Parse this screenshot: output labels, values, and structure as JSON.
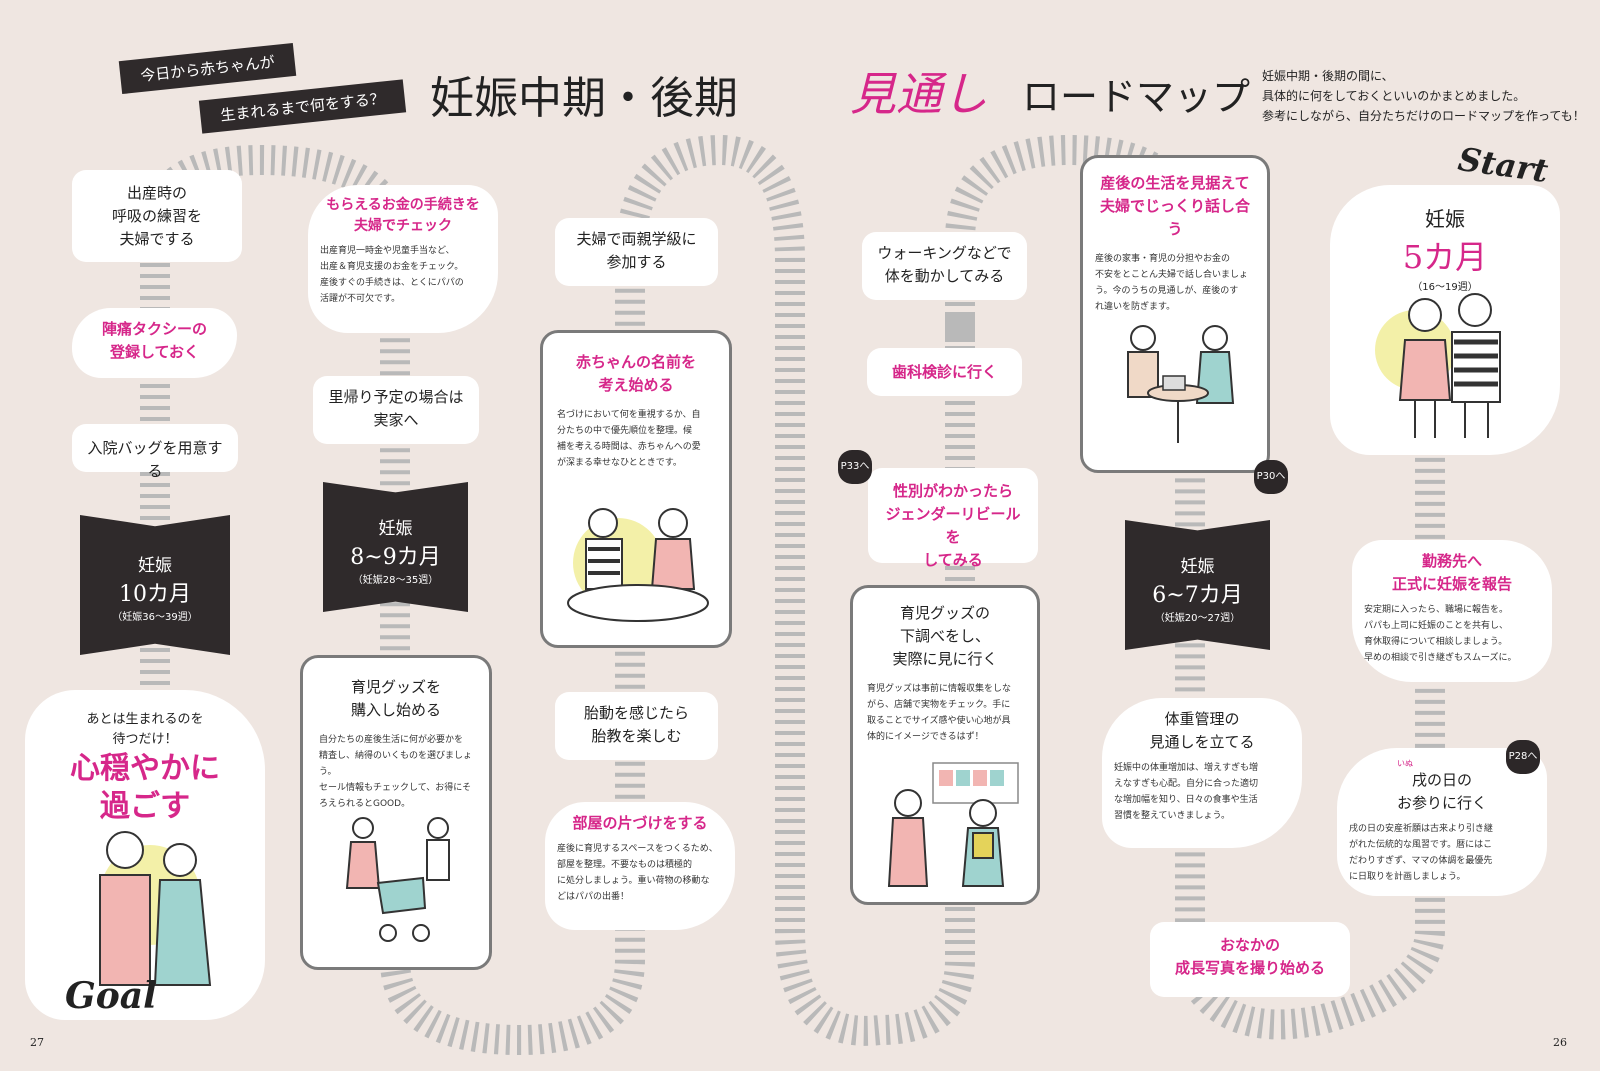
{
  "header": {
    "badge_line1": "今日から赤ちゃんが",
    "badge_line2": "生まれるまで何をする？",
    "title": "妊娠中期・後期",
    "script_text": "見通し",
    "roadmap": "ロードマップ",
    "intro": "妊娠中期・後期の間に、\n具体的に何をしておくといいのかまとめました。\n参考にしながら、自分たちだけのロードマップを作っても！"
  },
  "start": {
    "label": "Start",
    "l1": "妊娠",
    "l2": "5カ月",
    "l3": "（16〜19週）"
  },
  "goal": {
    "label": "Goal",
    "pre": "あとは生まれるのを\n待つだけ！",
    "main": "心穏やかに\n過ごす"
  },
  "ribbons": [
    {
      "l1": "妊娠",
      "l2": "10カ月",
      "l3": "（妊娠36〜39週）"
    },
    {
      "l1": "妊娠",
      "l2": "8~9カ月",
      "l3": "（妊娠28〜35週）"
    },
    {
      "l1": "妊娠",
      "l2": "6~7カ月",
      "l3": "（妊娠20〜27週）"
    }
  ],
  "cards": {
    "c1": "出産時の\n呼吸の練習を\n夫婦でする",
    "c2": "陣痛タクシーの\n登録しておく",
    "c3": "入院バッグを用意する",
    "c4_t": "もらえるお金の手続きを\n夫婦でチェック",
    "c4_b": "出産育児一時金や児童手当など、\n出産＆育児支援のお金をチェック。\n産後すぐの手続きは、とくにパパの\n活躍が不可欠です。",
    "c5": "里帰り予定の場合は\n実家へ",
    "c6_t": "育児グッズを\n購入し始める",
    "c6_b": "自分たちの産後生活に何が必要かを\n精査し、納得のいくものを選びましょう。\nセール情報もチェックして、お得にそ\nろえられるとGOOD。",
    "c7": "夫婦で両親学級に\n参加する",
    "c8_t": "赤ちゃんの名前を\n考え始める",
    "c8_b": "名づけにおいて何を重視するか、自\n分たちの中で優先順位を整理。候\n補を考える時間は、赤ちゃんへの愛\nが深まる幸せなひとときです。",
    "c9": "胎動を感じたら\n胎教を楽しむ",
    "c10_t": "部屋の片づけをする",
    "c10_b": "産後に育児するスペースをつくるため、\n部屋を整理。不要なものは積極的\nに処分しましょう。重い荷物の移動な\nどはパパの出番！",
    "c11": "ウォーキングなどで\n体を動かしてみる",
    "c12": "歯科検診に行く",
    "c13": "性別がわかったら\nジェンダーリビールを\nしてみる",
    "c14_t": "育児グッズの\n下調べをし、\n実際に見に行く",
    "c14_b": "育児グッズは事前に情報収集をしな\nがら、店舗で実物をチェック。手に\n取ることでサイズ感や使い心地が具\n体的にイメージできるはず！",
    "c15_t": "産後の生活を見据えて\n夫婦でじっくり話し合う",
    "c15_b": "産後の家事・育児の分担やお金の\n不安をとことん夫婦で話し合いましょ\nう。今のうちの見通しが、産後のす\nれ違いを防ぎます。",
    "c16_t": "体重管理の\n見通しを立てる",
    "c16_b": "妊娠中の体重増加は、増えすぎも増\nえなすぎも心配。自分に合った適切\nな増加幅を知り、日々の食事や生活\n習慣を整えていきましょう。",
    "c17": "おなかの\n成長写真を撮り始める",
    "c18_t": "勤務先へ\n正式に妊娠を報告",
    "c18_b": "安定期に入ったら、職場に報告を。\nパパも上司に妊娠のことを共有し、\n育休取得について相談しましょう。\n早めの相談で引き継ぎもスムーズに。",
    "c19_ruby": "いぬ",
    "c19_t": "戌の日の\nお参りに行く",
    "c19_b": "戌の日の安産祈願は古来より引き継\nがれた伝統的な風習です。暦にはこ\nだわりすぎず、ママの体調を最優先\nに日取りを計画しましょう。"
  },
  "tags": {
    "p33": "P33へ",
    "p30": "P30へ",
    "p28": "P28へ"
  },
  "page_numbers": {
    "left": "27",
    "right": "26"
  },
  "colors": {
    "accent": "#d6278a",
    "dark": "#2f2a2b",
    "road": "#b9b9b9",
    "bg": "#efe6e1",
    "yellow": "#f3f0a8"
  }
}
